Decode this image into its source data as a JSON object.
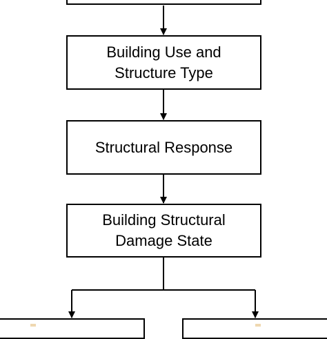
{
  "flowchart": {
    "nodes": {
      "building_use": {
        "line1": "Building Use and",
        "line2": "Structure Type"
      },
      "structural_response": {
        "line1": "Structural Response"
      },
      "damage_state": {
        "line1": "Building Structural",
        "line2": "Damage State"
      }
    }
  }
}
